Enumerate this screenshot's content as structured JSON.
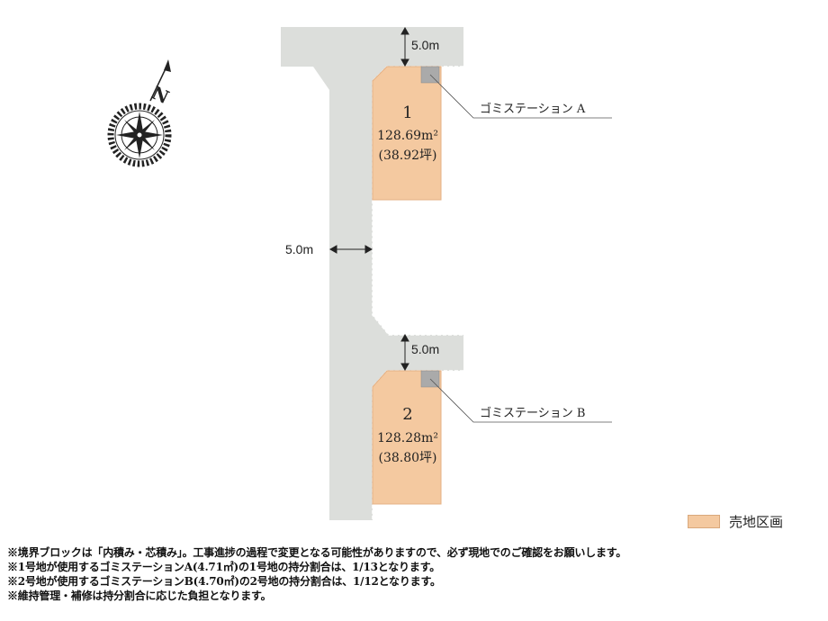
{
  "compass": {
    "label": "N"
  },
  "dimensions": {
    "top_road_width": "5.0m",
    "main_road_width": "5.0m",
    "lower_road_width": "5.0m"
  },
  "lots": [
    {
      "number": "1",
      "area": "128.69m²",
      "tsubo": "(38.92坪)",
      "garbage_station": "ゴミステーション A"
    },
    {
      "number": "2",
      "area": "128.28m²",
      "tsubo": "(38.80坪)",
      "garbage_station": "ゴミステーション B"
    }
  ],
  "legend": {
    "label": "売地区画"
  },
  "notes": [
    "※境界ブロックは「内積み・芯積み」。工事進捗の過程で変更となる可能性がありますので、必ず現地でのご確認をお願いします。",
    "※1号地が使用するゴミステーションA(4.71㎡)の1号地の持分割合は、1/13となります。",
    "※2号地が使用するゴミステーションB(4.70㎡)の2号地の持分割合は、1/12となります。",
    "※維持管理・補修は持分割合に応じた負担となります。"
  ],
  "colors": {
    "road": "#dcdedb",
    "lot": "#f4c9a0",
    "garbage_station": "#aaaaaa",
    "road_edge": "#ffffff"
  }
}
